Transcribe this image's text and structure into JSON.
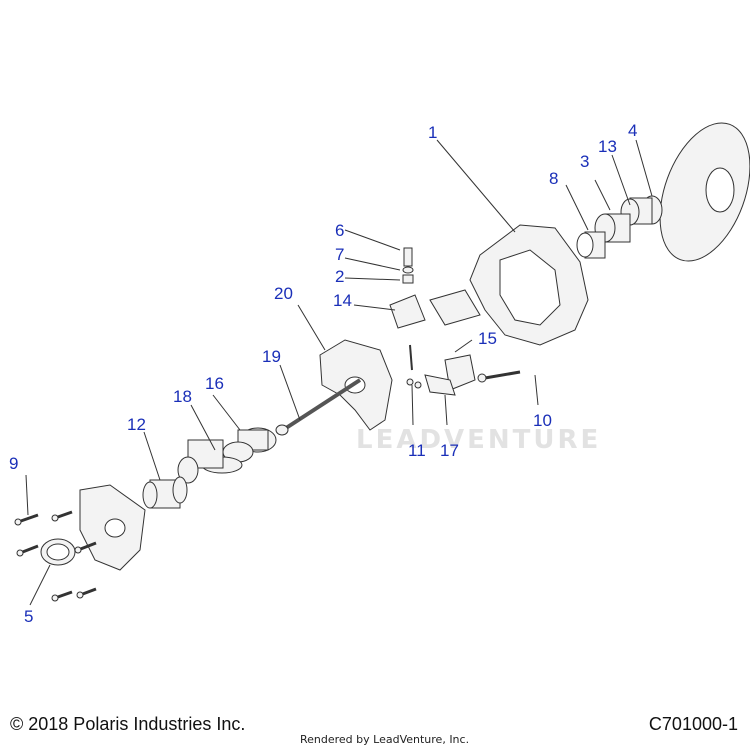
{
  "callouts": {
    "c1": "1",
    "c2": "2",
    "c3": "3",
    "c4": "4",
    "c5": "5",
    "c6": "6",
    "c7": "7",
    "c8": "8",
    "c9": "9",
    "c10": "10",
    "c11": "11",
    "c12": "12",
    "c13": "13",
    "c14": "14",
    "c15": "15",
    "c16": "16",
    "c17": "17",
    "c18": "18",
    "c19": "19",
    "c20": "20"
  },
  "footer": {
    "copyright": "© 2018 Polaris Industries Inc.",
    "diagram_id": "C701000-1",
    "rendered_by": "Rendered by LeadVenture, Inc."
  },
  "watermark": "LEADVENTURE",
  "colors": {
    "callout": "#1a2fb8",
    "line": "#333333",
    "part_fill": "#f2f2f2"
  }
}
